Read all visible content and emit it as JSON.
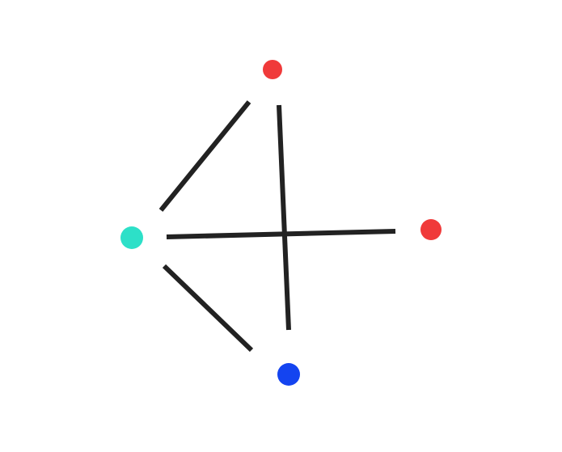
{
  "graph": {
    "colors": {
      "edge": "#222222",
      "background": "#ffffff"
    },
    "nodes": [
      {
        "id": "top",
        "color": "#f03a3a"
      },
      {
        "id": "left",
        "color": "#2de0c8"
      },
      {
        "id": "right",
        "color": "#f03a3a"
      },
      {
        "id": "bottom",
        "color": "#1444f0"
      }
    ],
    "edges": [
      {
        "from": "top",
        "to": "left"
      },
      {
        "from": "top",
        "to": "bottom"
      },
      {
        "from": "left",
        "to": "right"
      },
      {
        "from": "left",
        "to": "bottom"
      }
    ]
  }
}
